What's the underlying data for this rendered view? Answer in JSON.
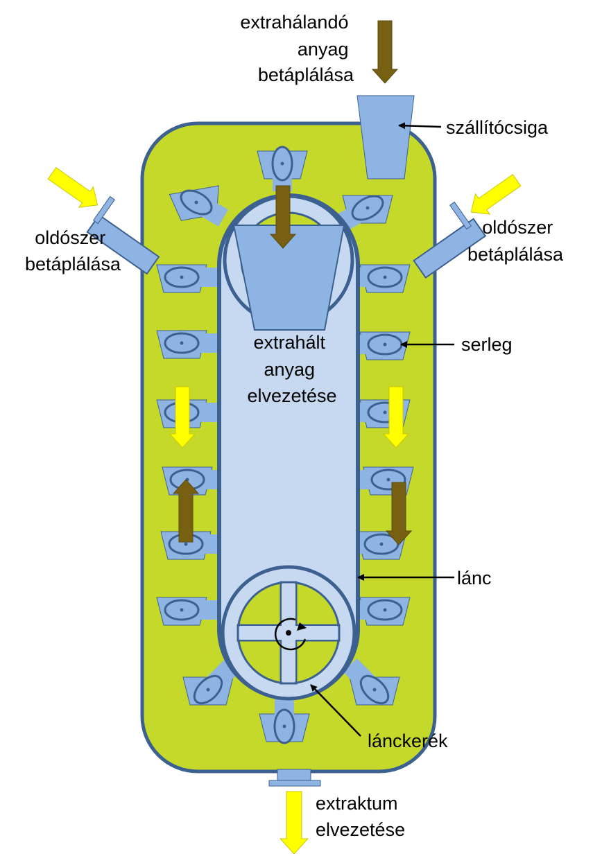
{
  "labels": {
    "feed_material": [
      "extrahálandó",
      "anyag",
      "betáplálása"
    ],
    "screw_conveyor": "szállítócsiga",
    "solvent_feed_left": [
      "oldószer",
      "betáplálása"
    ],
    "solvent_feed_right": [
      "oldószer",
      "betáplálása"
    ],
    "bucket": "serleg",
    "extracted_material": [
      "extrahált",
      "anyag",
      "elvezetése"
    ],
    "chain": "lánc",
    "sprocket": "lánckerék",
    "extract_outlet": [
      "extraktum",
      "elvezetése"
    ]
  },
  "colors": {
    "vessel_fill": "#c5d92b",
    "vessel_stroke": "#3c6090",
    "part_fill": "#8eb4e3",
    "chain_fill": "#c6d9f1",
    "solid_arrow": "#786013",
    "solvent_arrow": "#ffff00",
    "text": "#000000"
  }
}
